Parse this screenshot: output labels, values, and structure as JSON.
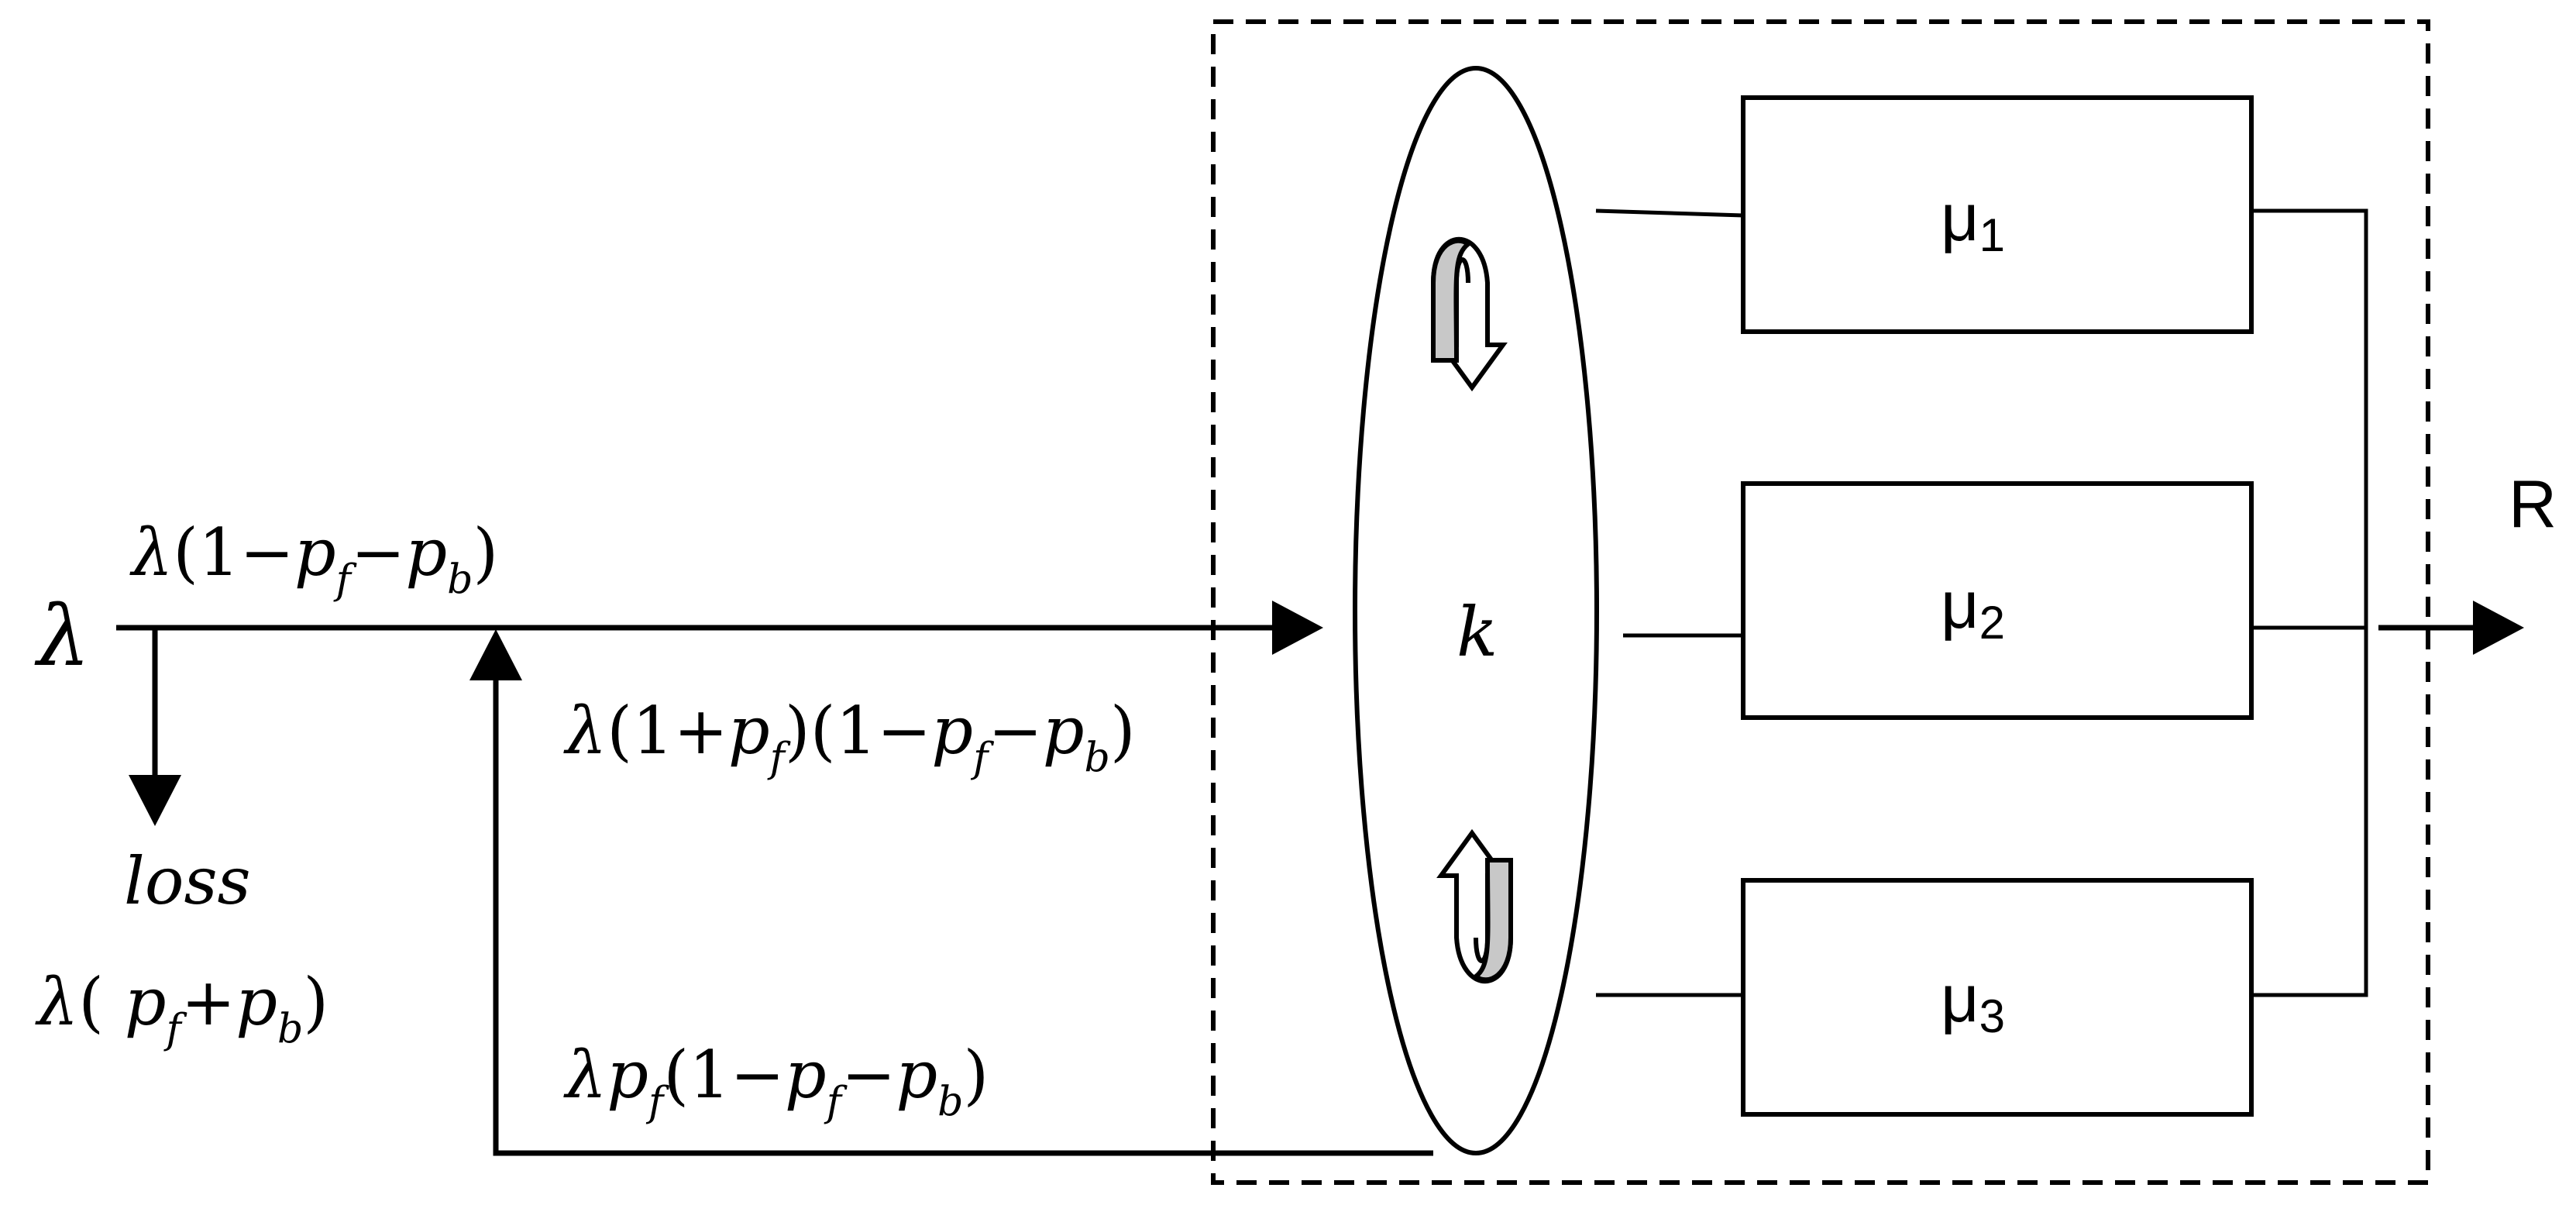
{
  "labels": {
    "input_rate": "λ",
    "loss": "loss",
    "output": "R",
    "center": "k"
  },
  "expressions": {
    "top_flow": [
      {
        "t": "λ",
        "it": true
      },
      {
        "t": "(1−"
      },
      {
        "t": "p",
        "it": true
      },
      {
        "t": "f",
        "sub": true,
        "it": true
      },
      {
        "t": "−"
      },
      {
        "t": "p",
        "it": true
      },
      {
        "t": "b",
        "sub": true,
        "it": true
      },
      {
        "t": ")"
      }
    ],
    "merged_flow": [
      {
        "t": "λ",
        "it": true
      },
      {
        "t": "(1+"
      },
      {
        "t": "p",
        "it": true
      },
      {
        "t": "f",
        "sub": true,
        "it": true
      },
      {
        "t": ")(1−"
      },
      {
        "t": "p",
        "it": true
      },
      {
        "t": "f",
        "sub": true,
        "it": true
      },
      {
        "t": "−"
      },
      {
        "t": "p",
        "it": true
      },
      {
        "t": "b",
        "sub": true,
        "it": true
      },
      {
        "t": ")"
      }
    ],
    "loss_flow": [
      {
        "t": "λ",
        "it": true
      },
      {
        "t": "( "
      },
      {
        "t": "p",
        "it": true
      },
      {
        "t": "f",
        "sub": true,
        "it": true
      },
      {
        "t": "+"
      },
      {
        "t": "p",
        "it": true
      },
      {
        "t": "b",
        "sub": true,
        "it": true
      },
      {
        "t": ")"
      }
    ],
    "feedback_flow": [
      {
        "t": "λ",
        "it": true
      },
      {
        "t": "p",
        "it": true
      },
      {
        "t": "f",
        "sub": true,
        "it": true
      },
      {
        "t": "(1−"
      },
      {
        "t": "p",
        "it": true
      },
      {
        "t": "f",
        "sub": true,
        "it": true
      },
      {
        "t": "−"
      },
      {
        "t": "p",
        "it": true
      },
      {
        "t": "b",
        "sub": true,
        "it": true
      },
      {
        "t": ")"
      }
    ]
  },
  "servers": [
    {
      "symbol": "μ",
      "index": "1"
    },
    {
      "symbol": "μ",
      "index": "2"
    },
    {
      "symbol": "μ",
      "index": "3"
    }
  ]
}
